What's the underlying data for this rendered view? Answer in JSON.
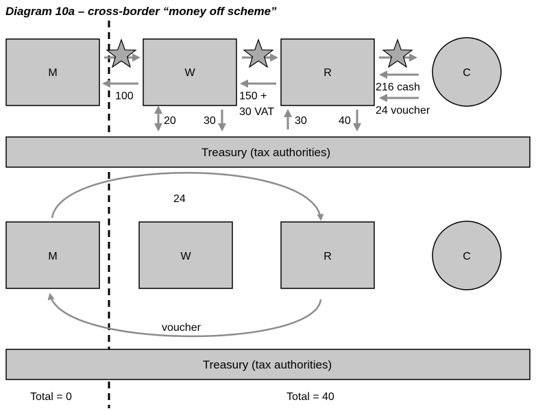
{
  "title": "Diagram 10a – cross-border “money off scheme”",
  "top_section": {
    "boxes": {
      "m": "M",
      "w": "W",
      "r": "R",
      "c": "C"
    },
    "flows": {
      "w_to_m": "100",
      "r_to_w_line1": "150 +",
      "r_to_w_line2": "30 VAT",
      "c_to_r_cash": "216 cash",
      "c_to_r_voucher": "24 voucher",
      "w_treasury_in": "20",
      "w_treasury_out": "30",
      "r_treasury_in": "30",
      "r_treasury_out": "40"
    },
    "treasury": "Treasury (tax authorities)"
  },
  "bottom_section": {
    "boxes": {
      "m": "M",
      "w": "W",
      "r": "R",
      "c": "C"
    },
    "flows": {
      "m_to_r": "24",
      "r_to_m": "voucher"
    },
    "treasury": "Treasury (tax authorities)"
  },
  "totals": {
    "left": "Total = 0",
    "right": "Total = 40"
  },
  "colors": {
    "box_fill": "#c8c8c8",
    "arrow": "#8c8c8c",
    "star": "#a9a9a9"
  }
}
